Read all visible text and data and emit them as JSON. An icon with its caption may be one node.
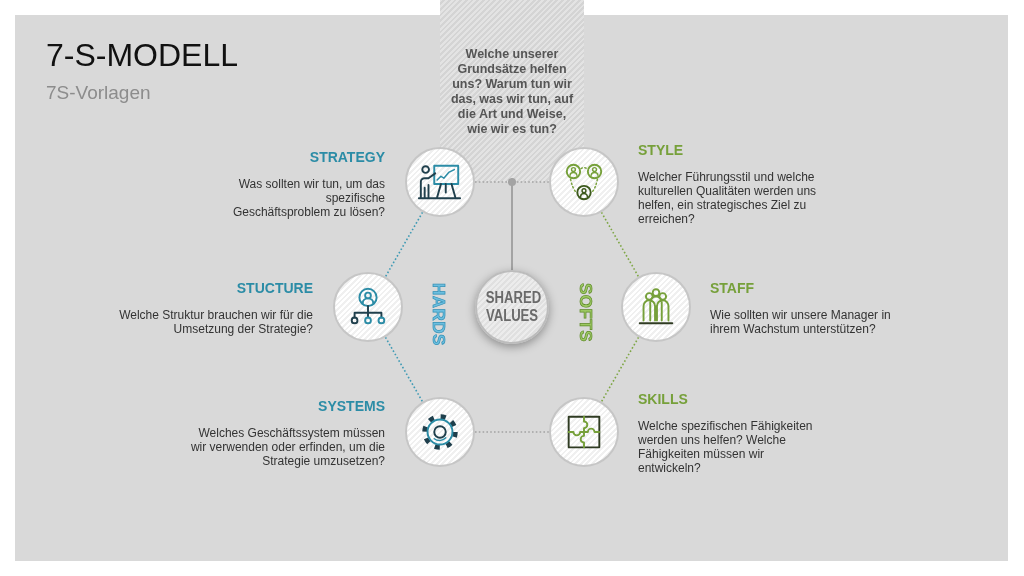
{
  "diagram": {
    "title": "7-S-MODELL",
    "nodes": [
      {
        "text": [
          "Welche unserer Grundsätze helfen uns? Warum tun wir das, was wir tun, auf die Art und Weise, wie wir es tun?"
        ]
      },
      {
        "text": [
          "STRATEGY",
          "Was sollten wir tun, um das spezifische Geschäftsproblem zu lösen?"
        ]
      },
      {
        "text": [
          "STYLE",
          "Welcher Führungsstil und welche kulturellen Qualitäten werden uns helfen, ein strategisches Ziel zu erreichen?"
        ]
      },
      {
        "text": [
          "STUCTURE",
          "Welche Struktur brauchen wir für die Umsetzung der Strategie?"
        ]
      },
      {
        "text": [
          "SHARED VALUES"
        ]
      },
      {
        "text": [
          "STAFF",
          "Wie sollten wir unsere Manager in ihrem Wachstum unterstützen?"
        ]
      },
      {
        "text": [
          "SYSTEMS",
          "Welches Geschäftssystem müssen wir verwenden oder erfinden, um die Strategie umzusetzen?"
        ]
      },
      {
        "text": [
          "SKILLS",
          "Welche spezifischen Fähigkeiten werden uns helfen? Welche Fähigkeiten müssen wir entwickeln?"
        ]
      }
    ],
    "edges": [
      {
        "from": 1,
        "to": 2,
        "arrow": "none",
        "style": "dashed"
      },
      {
        "from": 4,
        "to": 0,
        "arrow": "other"
      },
      {
        "from": 1,
        "to": 3,
        "arrow": "none",
        "style": "dashed",
        "color": "#3f9ab4"
      },
      {
        "from": 3,
        "to": 6,
        "arrow": "none",
        "style": "dashed",
        "color": "#3f9ab4"
      },
      {
        "from": 6,
        "to": 7,
        "arrow": "none",
        "style": "dashed"
      },
      {
        "from": 2,
        "to": 5,
        "arrow": "none",
        "style": "dashed",
        "color": "#7ea645"
      },
      {
        "from": 5,
        "to": 7,
        "arrow": "none",
        "style": "dashed",
        "color": "#7ea645"
      }
    ],
    "labels": [
      "7S-Vorlagen",
      "HARDS",
      "SOFTS"
    ]
  }
}
